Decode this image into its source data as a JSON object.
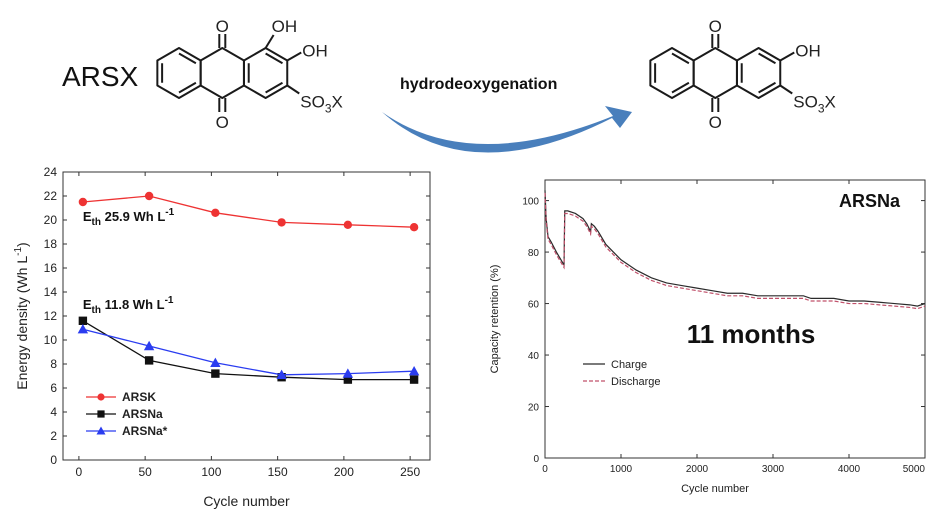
{
  "scheme": {
    "reactant_label": "ARSX",
    "reaction_label": "hydrodeoxygenation",
    "reactant_groups": [
      "O",
      "O",
      "OH",
      "OH",
      "SO",
      "3",
      "X"
    ],
    "product_groups": [
      "O",
      "O",
      "OH",
      "SO",
      "3",
      "X"
    ]
  },
  "colors": {
    "arsk": "#ee3333",
    "arsna": "#111111",
    "arsna_star": "#2a3cf0",
    "arrow": "#3f78b8",
    "charge": "#2b2b2b",
    "discharge": "#c0506a"
  },
  "chart_data": [
    {
      "type": "line",
      "xlabel": "Cycle number",
      "ylabel": "Energy density (Wh L",
      "ylabel_sup": "-1",
      "ylabel_tail": ")",
      "xlim": [
        -12,
        265
      ],
      "ylim": [
        0,
        24
      ],
      "xticks": [
        0,
        50,
        100,
        150,
        200,
        250
      ],
      "yticks": [
        0,
        2,
        4,
        6,
        8,
        10,
        12,
        14,
        16,
        18,
        20,
        22,
        24
      ],
      "grid": false,
      "legend_position": "bottom-left",
      "series": [
        {
          "name": "ARSK",
          "marker": "circle",
          "x": [
            3,
            53,
            103,
            153,
            203,
            253
          ],
          "values": [
            21.5,
            22.0,
            20.6,
            19.8,
            19.6,
            19.4
          ]
        },
        {
          "name": "ARSNa",
          "marker": "square",
          "x": [
            3,
            53,
            103,
            153,
            203,
            253
          ],
          "values": [
            11.6,
            8.3,
            7.2,
            6.9,
            6.7,
            6.7
          ]
        },
        {
          "name": "ARSNa*",
          "marker": "triangle",
          "x": [
            3,
            53,
            103,
            153,
            203,
            253
          ],
          "values": [
            10.9,
            9.5,
            8.1,
            7.1,
            7.2,
            7.4
          ]
        }
      ],
      "annotations": [
        {
          "main": "E",
          "sub": "th",
          "rest": " 25.9 Wh L",
          "sup": "-1",
          "x": 3,
          "y": 19.9
        },
        {
          "main": "E",
          "sub": "th",
          "rest": " 11.8 Wh L",
          "sup": "-1",
          "x": 3,
          "y": 12.6
        }
      ]
    },
    {
      "type": "line",
      "title": "ARSNa",
      "xlabel": "Cycle number",
      "ylabel": "Capacity retention (%)",
      "xlim": [
        0,
        5000
      ],
      "ylim": [
        0,
        108
      ],
      "xticks": [
        0,
        1000,
        2000,
        3000,
        4000,
        5000
      ],
      "yticks": [
        0,
        20,
        40,
        60,
        80,
        100
      ],
      "grid": false,
      "legend_position": "lower-left",
      "annotation": "11 months",
      "series": [
        {
          "name": "Charge",
          "style": "solid",
          "x": [
            0,
            15,
            40,
            80,
            150,
            250,
            260,
            300,
            400,
            500,
            550,
            600,
            610,
            650,
            700,
            800,
            900,
            1000,
            1200,
            1400,
            1600,
            1800,
            2000,
            2200,
            2400,
            2600,
            2800,
            3000,
            3200,
            3400,
            3500,
            3600,
            3800,
            4000,
            4200,
            4400,
            4600,
            4800,
            4900,
            5000
          ],
          "values": [
            104,
            93,
            86,
            84,
            80,
            75,
            96,
            96,
            95,
            93,
            91,
            88,
            91,
            90,
            88,
            83,
            80,
            77,
            73,
            70,
            68,
            67,
            66,
            65,
            64,
            64,
            63,
            63,
            63,
            63,
            62,
            62,
            62,
            61,
            61,
            60.5,
            60,
            59.5,
            59,
            60
          ]
        },
        {
          "name": "Discharge",
          "style": "dashed",
          "x": [
            0,
            15,
            40,
            80,
            150,
            250,
            260,
            300,
            400,
            500,
            550,
            600,
            610,
            650,
            700,
            800,
            900,
            1000,
            1200,
            1400,
            1600,
            1800,
            2000,
            2200,
            2400,
            2600,
            2800,
            3000,
            3200,
            3400,
            3500,
            3600,
            3800,
            4000,
            4200,
            4400,
            4600,
            4800,
            4900,
            5000
          ],
          "values": [
            103,
            92,
            85,
            83,
            79,
            74,
            95,
            95,
            94,
            92,
            90,
            87,
            90,
            89,
            87,
            82,
            79,
            76,
            72,
            69,
            67,
            66,
            65,
            64,
            63,
            63,
            62,
            62,
            62,
            62,
            61,
            61,
            61,
            60,
            60,
            59.5,
            59,
            58.5,
            58,
            59
          ]
        }
      ]
    }
  ]
}
